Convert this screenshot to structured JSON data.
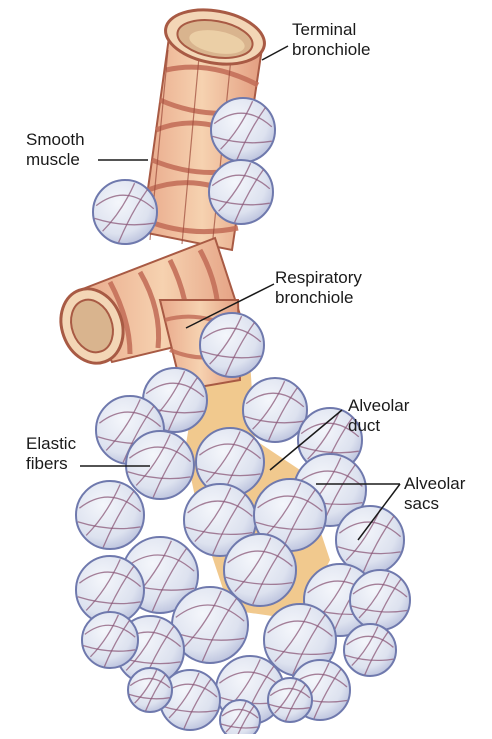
{
  "labels": {
    "terminal_bronchiole": {
      "line1": "Terminal",
      "line2": "bronchiole"
    },
    "smooth_muscle": {
      "line1": "Smooth",
      "line2": "muscle"
    },
    "respiratory_bronchiole": {
      "line1": "Respiratory",
      "line2": "bronchiole"
    },
    "alveolar_duct": {
      "line1": "Alveolar",
      "line2": "duct"
    },
    "elastic_fibers": {
      "line1": "Elastic",
      "line2": "fibers"
    },
    "alveolar_sacs": {
      "line1": "Alveolar",
      "line2": "sacs"
    }
  },
  "colors": {
    "tube_fill": "#f2c9a3",
    "muscle_band": "#d9826a",
    "muscle_dark": "#b35a48",
    "lumen": "#e8c89a",
    "alveolus_fill": "#dfe3f0",
    "alveolus_stroke": "#7b86b8",
    "fiber": "#9a5a78",
    "duct_fill": "#f1c98e"
  }
}
